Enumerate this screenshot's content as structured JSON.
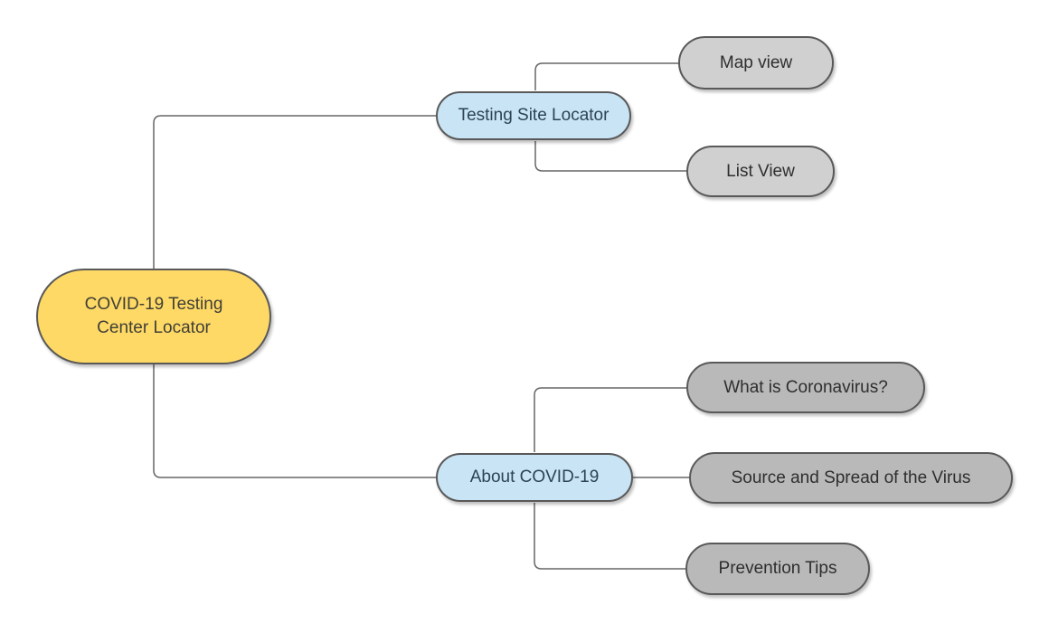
{
  "diagram_title": "COVID-19 Testing Center Locator mind map",
  "nodes": {
    "root": {
      "label": "COVID-19 Testing Center Locator",
      "lines": [
        "COVID-19 Testing",
        "Center Locator"
      ],
      "fill": "#FFD966"
    },
    "testing_site_locator": {
      "label": "Testing Site Locator",
      "fill": "#C8E4F5"
    },
    "map_view": {
      "label": "Map view",
      "fill": "#D0D0D0"
    },
    "list_view": {
      "label": "List View",
      "fill": "#D0D0D0"
    },
    "about_covid": {
      "label": "About COVID-19",
      "fill": "#C8E4F5"
    },
    "what_is_coronavirus": {
      "label": "What is Coronavirus?",
      "fill": "#B9B9B9"
    },
    "source_and_spread": {
      "label": "Source and Spread of the Virus",
      "fill": "#B9B9B9"
    },
    "prevention_tips": {
      "label": "Prevention Tips",
      "fill": "#B9B9B9"
    }
  },
  "hierarchy": {
    "root": "COVID-19 Testing Center Locator",
    "branches": [
      {
        "label": "Testing Site Locator",
        "children": [
          "Map view",
          "List View"
        ]
      },
      {
        "label": "About COVID-19",
        "children": [
          "What is Coronavirus?",
          "Source and Spread of the Virus",
          "Prevention Tips"
        ]
      }
    ]
  },
  "colors": {
    "root_fill": "#FFD966",
    "branch_fill": "#C8E4F5",
    "leaf_fill_light": "#D0D0D0",
    "leaf_fill_dark": "#B9B9B9",
    "node_border": "#595959",
    "connector": "#666666",
    "branch_text": "#2D4356",
    "node_text": "#333333",
    "background": "#FFFFFF"
  }
}
